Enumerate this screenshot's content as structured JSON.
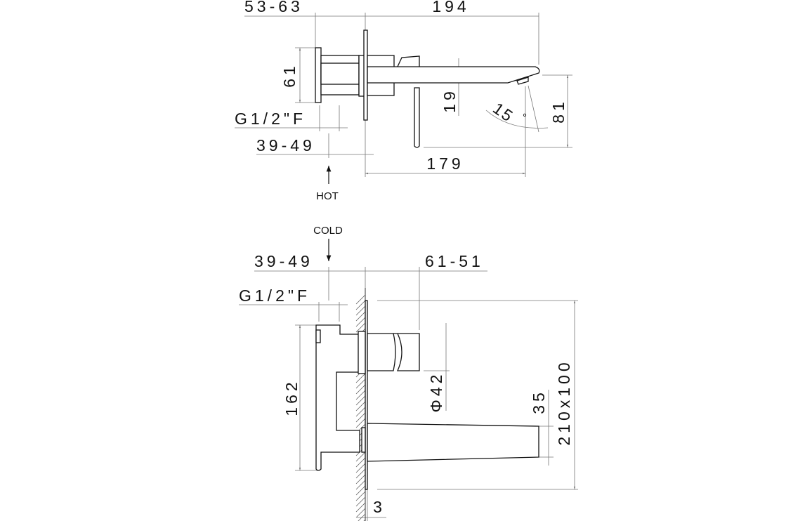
{
  "top_view": {
    "dims": {
      "inlet_depth": "53-63",
      "total_projection": "194",
      "body_height": "61",
      "thread": "G1/2\"F",
      "inlet_offset": "39-49",
      "spout_height": "19",
      "angle": "15",
      "angle_unit": "°",
      "spout_drop": "81",
      "spout_reach": "179"
    },
    "inlet_label": "HOT"
  },
  "front_view": {
    "inlet_label": "COLD",
    "dims": {
      "inlet_offset": "39-49",
      "handle_projection": "61-51",
      "thread": "G1/2\"F",
      "body_height": "162",
      "handle_diameter": "Φ42",
      "spout_height": "35",
      "plate_size": "210x100",
      "plate_thickness": "3"
    }
  }
}
